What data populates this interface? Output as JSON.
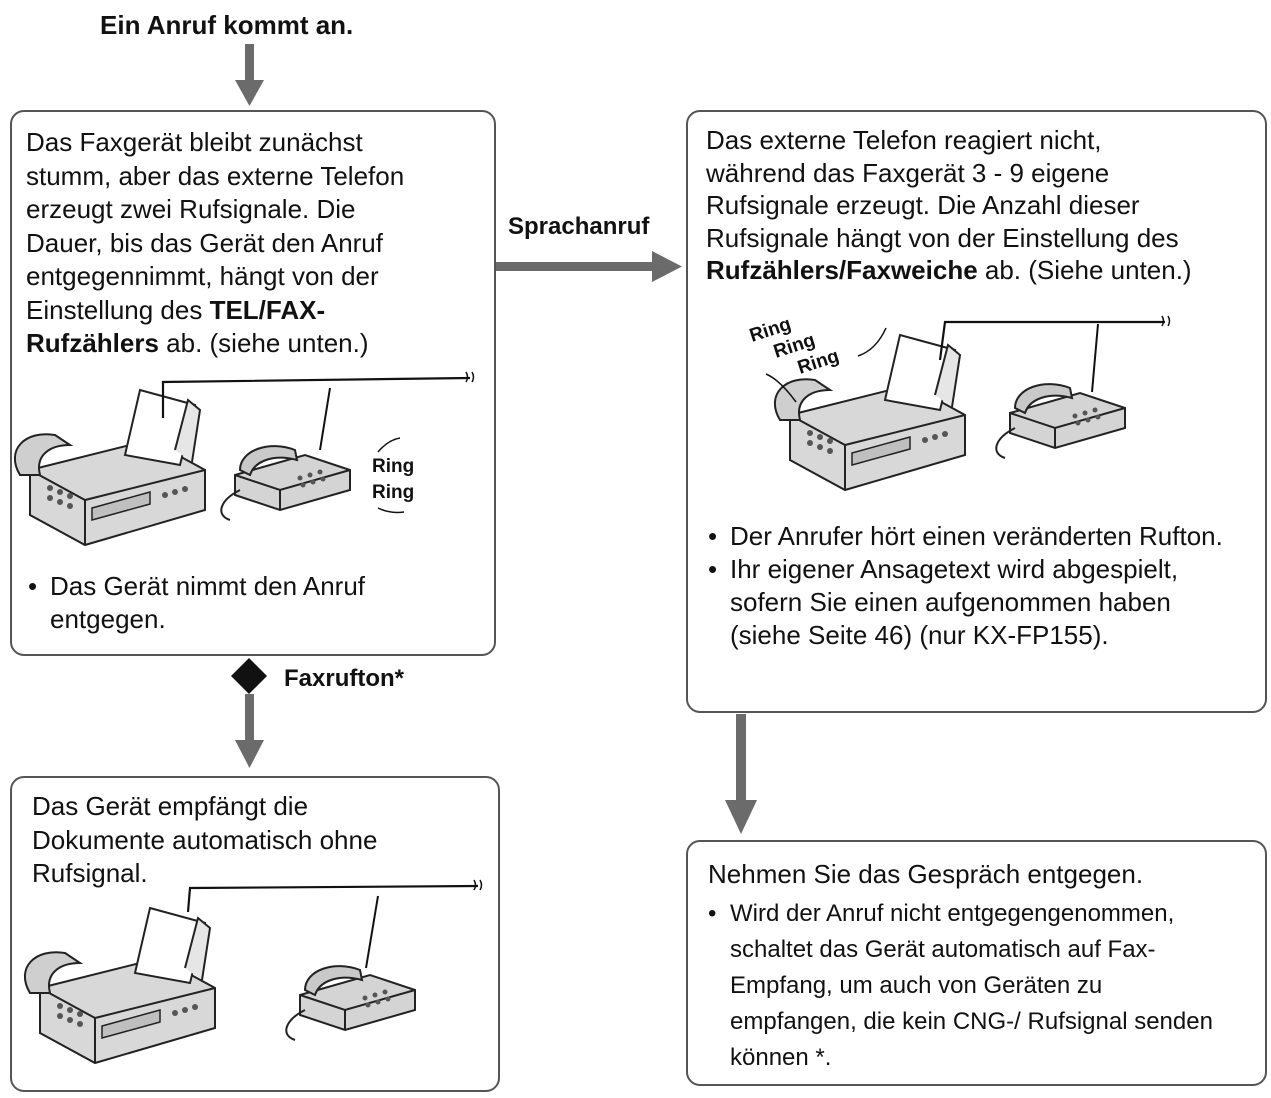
{
  "title": "Ein Anruf kommt an.",
  "box_a": {
    "line1": "Das Faxgerät bleibt zunächst",
    "line2": "stumm, aber das externe Telefon",
    "line3": "erzeugt zwei Rufsignale. Die",
    "line4": "Dauer, bis das Gerät den Anruf",
    "line5": "entgegennimmt, hängt von der",
    "line6_pre": "Einstellung des ",
    "line6_bold": "TEL/FAX-",
    "line7_bold": "Rufzählers",
    "line7_post": " ab. (siehe unten.)",
    "ring1": "Ring",
    "ring2": "Ring",
    "bullet1": "Das Gerät nimmt den Anruf entgegen."
  },
  "label_voice": "Sprachanruf",
  "label_fax": "Faxrufton*",
  "box_b": {
    "line1": "Das externe Telefon reagiert nicht,",
    "line2": "während das Faxgerät 3 - 9 eigene",
    "line3": "Rufsignale erzeugt. Die Anzahl dieser",
    "line4": "Rufsignale hängt von der Einstellung des",
    "line5_bold": "Rufzählers/Faxweiche",
    "line5_post": " ab. (Siehe unten.)",
    "ring1": "Ring",
    "ring2": "Ring",
    "ring3": "Ring",
    "bullet1": "Der Anrufer hört einen veränderten Rufton.",
    "bullet2": "Ihr eigener Ansagetext wird abgespielt, sofern Sie einen aufgenommen haben (siehe Seite 46) (nur KX-FP155)."
  },
  "box_c": {
    "line1": "Das Gerät empfängt die",
    "line2": "Dokumente automatisch ohne",
    "line3": "Rufsignal."
  },
  "box_d": {
    "line1": "Nehmen Sie das Gespräch entgegen.",
    "bullet1": "Wird der Anruf nicht entgegengenommen, schaltet das Gerät automatisch auf Fax-Empfang, um auch von Geräten zu empfangen, die kein CNG-/ Rufsignal senden können *."
  },
  "colors": {
    "arrow": "#6b6b6b",
    "border": "#555555",
    "text": "#111111"
  }
}
